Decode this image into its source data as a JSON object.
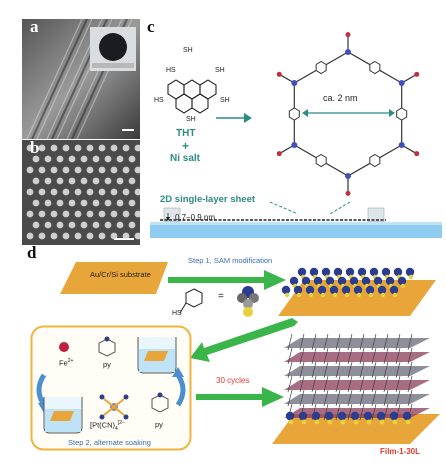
{
  "panels": {
    "a": {
      "label": "a"
    },
    "b": {
      "label": "b"
    },
    "c": {
      "label": "c",
      "monomer": "THT",
      "plus": "+",
      "salt": "Ni salt",
      "sh_labels": [
        "SH",
        "HS",
        "SH",
        "HS",
        "SH",
        "SH"
      ],
      "pore_size": "ca. 2 nm",
      "sheet_label": "2D single-layer sheet",
      "thickness": "0.7–0.9 nm"
    },
    "d": {
      "label": "d",
      "substrate": "Au/Cr/Si substrate",
      "step1": "Step 1, SAM modification",
      "thiol_hs": "HS",
      "equals": "=",
      "fe": "Fe",
      "fe_sup": "2+",
      "py1": "py",
      "pt_text": "[Pt(CN)",
      "pt_sub": "4",
      "pt_sup": "]2−",
      "py2": "py",
      "step2": "Step 2, alternate soaking",
      "cycles": "30 cycles",
      "film": "Film-1-30L"
    }
  },
  "colors": {
    "teal": "#2e8b84",
    "arrow_green": "#3ab54a",
    "gold": "#e8a53a",
    "box_orange": "#f2b33d",
    "substrate_blue": "#8ecdf0",
    "cycles_red": "#e23b2e",
    "step_blue": "#3a6fb0"
  }
}
